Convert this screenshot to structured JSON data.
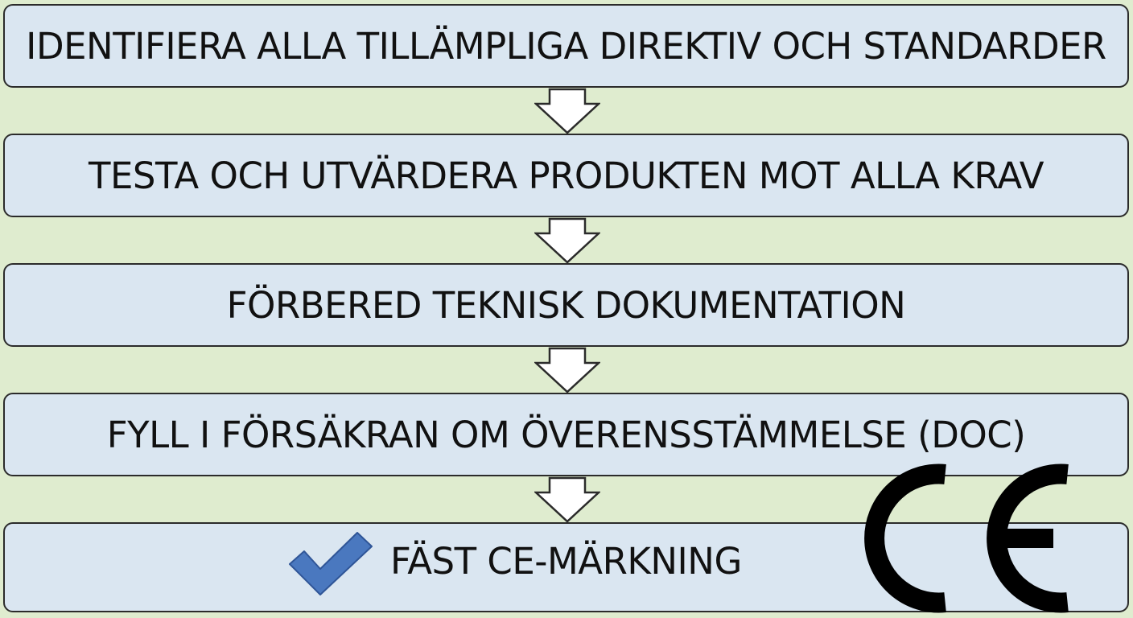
{
  "steps": [
    {
      "label": "IDENTIFIERA ALLA TILLÄMPLIGA DIREKTIV OCH STANDARDER"
    },
    {
      "label": "TESTA OCH UTVÄRDERA PRODUKTEN MOT ALLA KRAV"
    },
    {
      "label": "FÖRBERED TEKNISK DOKUMENTATION"
    },
    {
      "label": "FYLL I FÖRSÄKRAN OM ÖVERENSSTÄMMELSE (DOC)"
    },
    {
      "label": "FÄST CE-MÄRKNING"
    }
  ],
  "logo": {
    "text": "CE"
  },
  "colors": {
    "background": "#dfeccf",
    "box_fill": "#dae6f1",
    "box_border": "#2b2b2b",
    "check": "#4a78bf"
  },
  "icons": {
    "arrow": "down-arrow-icon",
    "check": "checkmark-icon",
    "logo": "ce-mark-logo"
  }
}
